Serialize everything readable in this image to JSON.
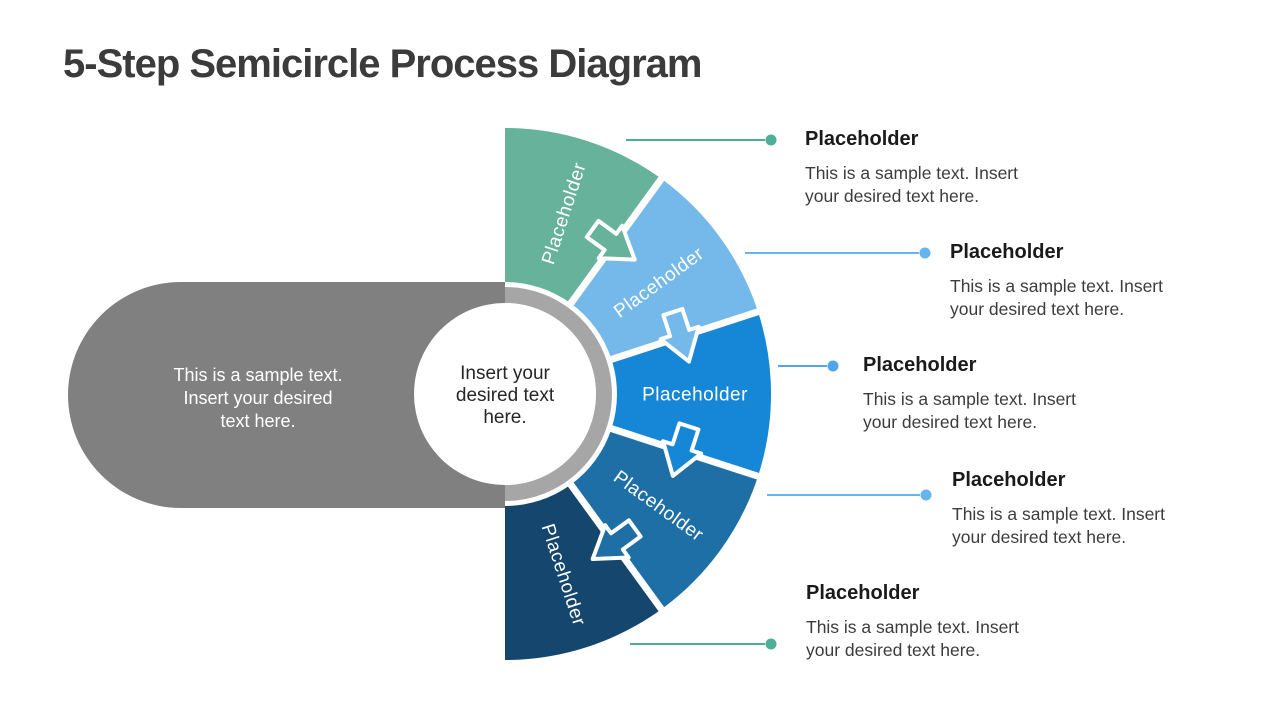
{
  "title": "5-Step Semicircle Process Diagram",
  "diagram": {
    "segments": [
      {
        "label": "Placeholder",
        "color": "#66B29B"
      },
      {
        "label": "Placeholder",
        "color": "#74B9EA"
      },
      {
        "label": "Placeholder",
        "color": "#1687D6"
      },
      {
        "label": "Placeholder",
        "color": "#1F6FA7"
      },
      {
        "label": "Placeholder",
        "color": "#15466E"
      }
    ],
    "pill": {
      "color": "#808080",
      "lines": [
        "This is a sample text.",
        "Insert your desired",
        "text here."
      ]
    },
    "center": {
      "ring_color": "#A6A6A6",
      "lines": [
        "Insert your",
        "desired text",
        "here."
      ]
    }
  },
  "callouts": [
    {
      "heading": "Placeholder",
      "accent": "#4FAE97",
      "body_lines": [
        "This is a sample text. Insert",
        "your desired text here."
      ]
    },
    {
      "heading": "Placeholder",
      "accent": "#66B5EC",
      "body_lines": [
        "This is a sample text. Insert",
        "your desired text here."
      ]
    },
    {
      "heading": "Placeholder",
      "accent": "#4FA6E8",
      "body_lines": [
        "This is a sample text. Insert",
        "your desired text here."
      ]
    },
    {
      "heading": "Placeholder",
      "accent": "#66B5EC",
      "body_lines": [
        "This is a sample text. Insert",
        "your desired text here."
      ]
    },
    {
      "heading": "Placeholder",
      "accent": "#4FAE97",
      "body_lines": [
        "This is a sample text. Insert",
        "your desired text here."
      ]
    }
  ]
}
